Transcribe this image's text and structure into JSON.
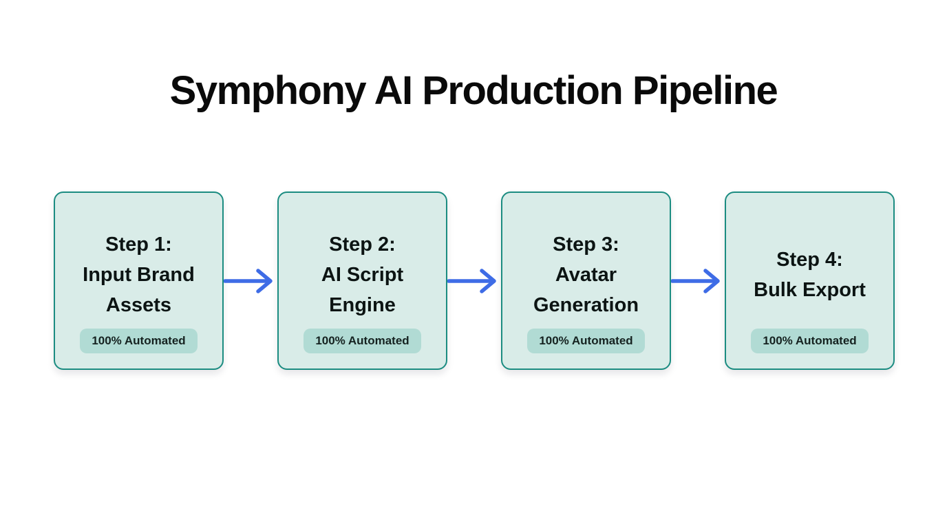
{
  "page": {
    "title": "Symphony AI Production Pipeline"
  },
  "steps": [
    {
      "lines": [
        "Step 1:",
        "Input Brand",
        "Assets"
      ],
      "badge": "100% Automated"
    },
    {
      "lines": [
        "Step 2:",
        "AI Script",
        "Engine"
      ],
      "badge": "100% Automated"
    },
    {
      "lines": [
        "Step 3:",
        "Avatar",
        "Generation"
      ],
      "badge": "100% Automated"
    },
    {
      "lines": [
        "Step 4:",
        "Bulk Export"
      ],
      "badge": "100% Automated"
    }
  ],
  "icons": {
    "connector": "right-arrow-icon"
  },
  "colors": {
    "background": "#ffffff",
    "title_text": "#0a0a0a",
    "box_fill": "#d9ece8",
    "box_border": "#1b8c81",
    "box_text": "#0c1413",
    "badge_bg": "#b1dbd4",
    "badge_text": "#152220",
    "arrow": "#3e6ce6"
  }
}
